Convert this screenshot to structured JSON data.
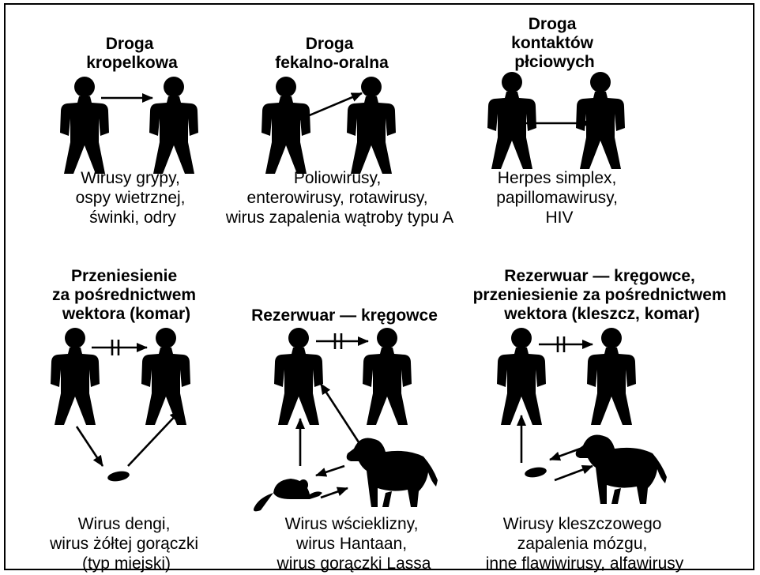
{
  "panels": [
    {
      "title": [
        "Droga",
        "kropelkowa"
      ],
      "caption": [
        "Wirusy grypy,",
        "ospy wietrznej,",
        "świnki, odry"
      ]
    },
    {
      "title": [
        "Droga",
        "fekalno-oralna"
      ],
      "caption": [
        "Poliowirusy,",
        "enterowirusy, rotawirusy,",
        "wirus zapalenia wątroby typu A"
      ]
    },
    {
      "title": [
        "Droga",
        "kontaktów",
        "płciowych"
      ],
      "caption": [
        "Herpes simplex,",
        "papillomawirusy,",
        "HIV"
      ]
    },
    {
      "title": [
        "Przeniesienie",
        "za pośrednictwem",
        "wektora (komar)"
      ],
      "caption": [
        "Wirus dengi,",
        "wirus żółtej gorączki",
        "(typ miejski)"
      ]
    },
    {
      "title": [
        "Rezerwuar — kręgowce"
      ],
      "caption": [
        "Wirus wścieklizny,",
        "wirus Hantaan,",
        "wirus gorączki Lassa"
      ]
    },
    {
      "title": [
        "Rezerwuar — kręgowce,",
        "przeniesienie za pośrednictwem",
        "wektora (kleszcz, komar)"
      ],
      "caption": [
        "Wirusy kleszczowego",
        "zapalenia mózgu,",
        "inne flawiwirusy, alfawirusy"
      ]
    }
  ],
  "icons": {
    "person": "person-icon",
    "mosquito": "mosquito-icon",
    "dog": "dog-icon",
    "mouse": "mouse-icon",
    "blocked_arrow": "blocked-transmission-arrow"
  }
}
